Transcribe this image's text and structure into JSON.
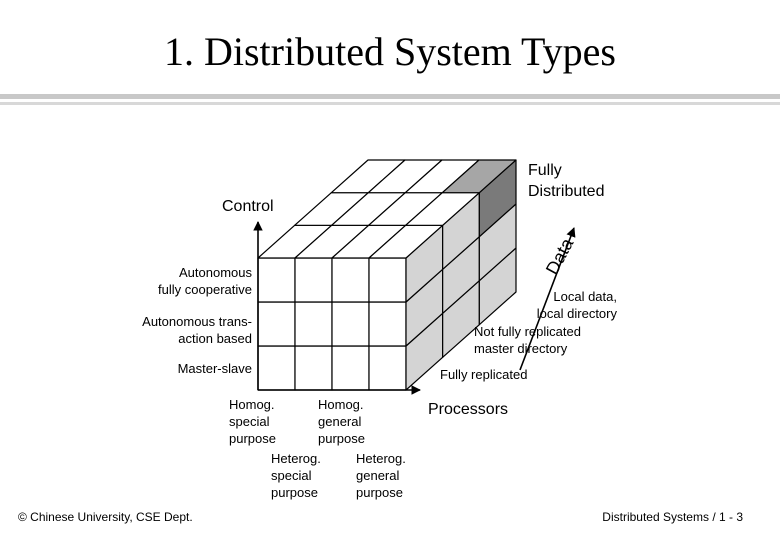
{
  "slide": {
    "title": "1. Distributed System Types",
    "footer_left": "© Chinese University, CSE Dept.",
    "footer_right": "Distributed Systems / 1 - 3"
  },
  "axes": {
    "control": "Control",
    "data": "Data",
    "processors": "Processors"
  },
  "corner_label": "Fully\nDistributed",
  "control_levels": [
    "Autonomous\nfully cooperative",
    "Autonomous trans-\naction based",
    "Master-slave"
  ],
  "data_levels": [
    "Local data,\nlocal directory",
    "Not fully replicated\nmaster directory",
    "Fully replicated"
  ],
  "processor_levels": [
    "Homog.\nspecial\npurpose",
    "Homog.\ngeneral\npurpose",
    "Heterog.\nspecial\npurpose",
    "Heterog.\ngeneral\npurpose"
  ],
  "colors": {
    "cube_stroke": "#000000",
    "side_face": "#d4d4d4",
    "highlight_top": "#a6a6a6",
    "highlight_side": "#7a7a7a"
  }
}
